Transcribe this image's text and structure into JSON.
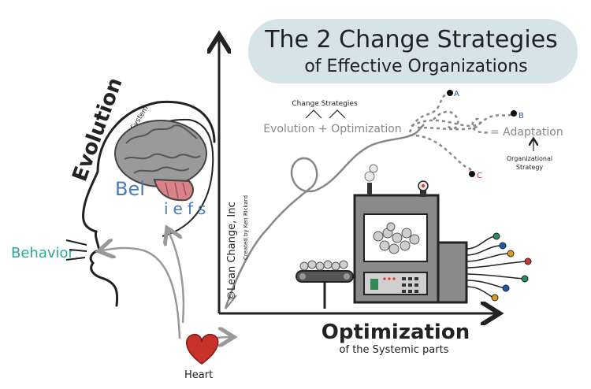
{
  "title": {
    "line1": "The 2 Change Strategies",
    "line2": "of Effective Organizations"
  },
  "axes": {
    "y_label": "Evolution",
    "y_sublabel": "of the System",
    "x_label": "Optimization",
    "x_sublabel": "of the Systemic parts"
  },
  "head": {
    "beliefs_line1": "Bel",
    "beliefs_line2": "iefs",
    "behavior": "Behavior",
    "heart": "Heart"
  },
  "equation": {
    "header": "Change Strategies",
    "formula": "Evolution + Optimization",
    "result": "= Adaptation",
    "note_line1": "Organizational",
    "note_line2": "Strategy"
  },
  "paths": {
    "a": "A",
    "b": "B",
    "c": "C"
  },
  "credit": {
    "company": "©Lean Change, Inc",
    "author": "Created by Ken Rickard"
  },
  "colors": {
    "title_bubble": "#d6e4ea",
    "beliefs_text": "#4a7ab8",
    "behavior_text": "#2aa89a",
    "heart": "#c8322b",
    "brain": "#9a9a9a",
    "machine": "#8a8a8a",
    "output_dots": [
      "#2e8b57",
      "#1e5aa8",
      "#d4a017",
      "#d9342b",
      "#2e8b57",
      "#1e5aa8",
      "#d4a017",
      "#d9342b"
    ]
  }
}
